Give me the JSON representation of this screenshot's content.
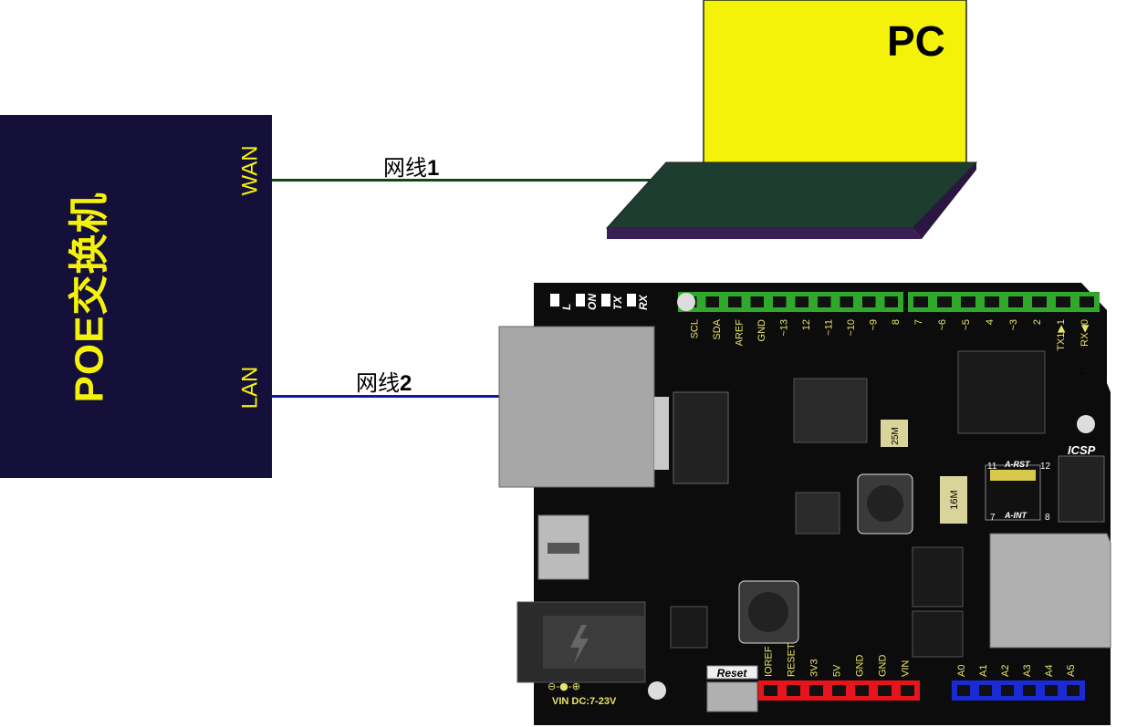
{
  "switch": {
    "title": "POE交换机",
    "wan_label": "WAN",
    "lan_label": "LAN"
  },
  "pc": {
    "label": "PC"
  },
  "cables": [
    {
      "name": "网线",
      "number": "1",
      "color": "#0b4a12"
    },
    {
      "name": "网线",
      "number": "2",
      "color": "#0d1aa8"
    }
  ],
  "board": {
    "leds": [
      "L",
      "ON",
      "TX",
      "RX"
    ],
    "top_left_pins": [
      "SCL",
      "SDA",
      "AREF",
      "GND",
      "~13",
      "12",
      "~11",
      "~10",
      "~9",
      "8"
    ],
    "top_right_pins": [
      "7",
      "~6",
      "~5",
      "4",
      "~3",
      "2",
      "TX1▶1",
      "RX◀0"
    ],
    "bottom_power_pins": [
      "IOREF",
      "RESET",
      "3V3",
      "5V",
      "GND",
      "GND",
      "VIN"
    ],
    "bottom_analog_pins": [
      "A0",
      "A1",
      "A2",
      "A3",
      "A4",
      "A5"
    ],
    "crystal_25m": "25M",
    "crystal_16m": "16M",
    "jumper_labels": {
      "left_top": "11",
      "right_top": "12",
      "left_bottom": "7",
      "right_bottom": "8",
      "rst": "A-RST",
      "int": "A-INT"
    },
    "icsp_label": "ICSP",
    "pin1_label": "1",
    "reset_label": "Reset",
    "vin_label": "VIN DC:7-23V",
    "colors": {
      "board": "#0c0c0c",
      "header_green": "#2fa82c",
      "header_red": "#e8141c",
      "header_blue": "#1a2bd6",
      "silk": "#e8e46a"
    }
  }
}
